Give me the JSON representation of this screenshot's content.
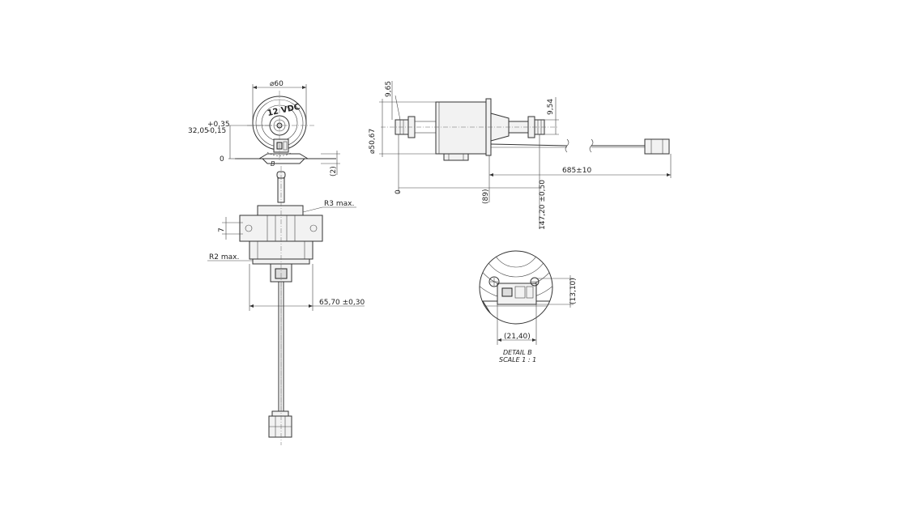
{
  "labels": {
    "dia60": "⌀60",
    "tol_plus": "+0,35",
    "dia32": "32,05",
    "tol_minus": "-0,15",
    "zero_left": "0",
    "voltage": "12 VDC",
    "b_ref": "B",
    "ref2": "(2)",
    "r3": "R3 max.",
    "seven": "7",
    "r2": "R2 max.",
    "width6570": "65,70 ±0,30",
    "dim965": "9,65",
    "dia5067": "⌀50,67",
    "dim954": "9,54",
    "dim68510": "685±10",
    "zero_side": "0",
    "ref89": "(89)",
    "dim14720": "147,20 ±0,50",
    "dim1310": "(13,10)",
    "dim2140": "(21,40)",
    "detail_title": "DETAIL B",
    "detail_scale": "SCALE 1 : 1"
  }
}
